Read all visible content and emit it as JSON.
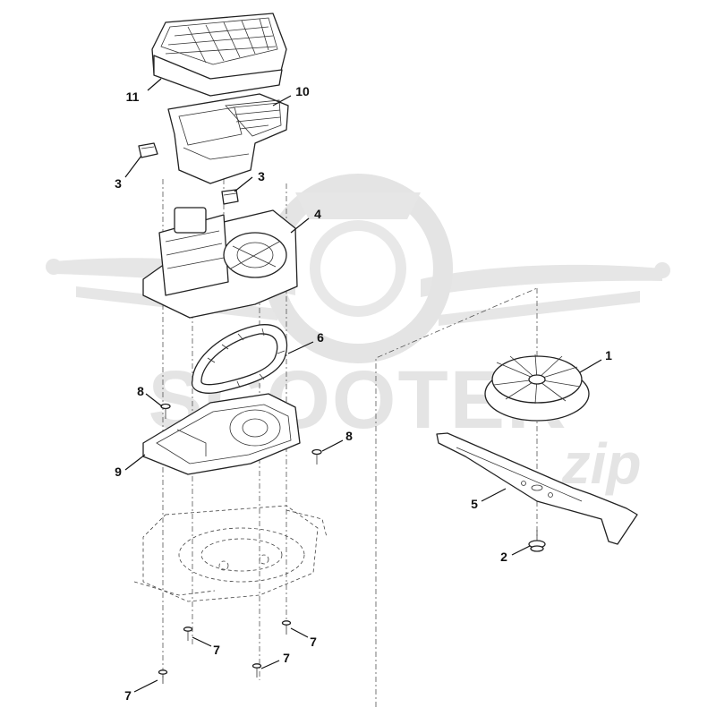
{
  "watermark": {
    "brand_main": "SCOOTER",
    "brand_script": "zip"
  },
  "callouts": [
    {
      "id": "c1",
      "label": "1",
      "part": "fan-impeller"
    },
    {
      "id": "c2",
      "label": "2",
      "part": "blade-bolt"
    },
    {
      "id": "c3a",
      "label": "3",
      "part": "clip-left"
    },
    {
      "id": "c3b",
      "label": "3",
      "part": "clip-right"
    },
    {
      "id": "c4",
      "label": "4",
      "part": "motor-assembly"
    },
    {
      "id": "c5",
      "label": "5",
      "part": "cutting-blade"
    },
    {
      "id": "c6",
      "label": "6",
      "part": "drive-belt"
    },
    {
      "id": "c7a",
      "label": "7",
      "part": "screw-a"
    },
    {
      "id": "c7b",
      "label": "7",
      "part": "screw-b"
    },
    {
      "id": "c7c",
      "label": "7",
      "part": "screw-c"
    },
    {
      "id": "c7d",
      "label": "7",
      "part": "screw-d"
    },
    {
      "id": "c8a",
      "label": "8",
      "part": "screw-left"
    },
    {
      "id": "c8b",
      "label": "8",
      "part": "screw-right"
    },
    {
      "id": "c9",
      "label": "9",
      "part": "lower-belt-cover"
    },
    {
      "id": "c10",
      "label": "10",
      "part": "motor-housing"
    },
    {
      "id": "c11",
      "label": "11",
      "part": "top-cover"
    }
  ]
}
